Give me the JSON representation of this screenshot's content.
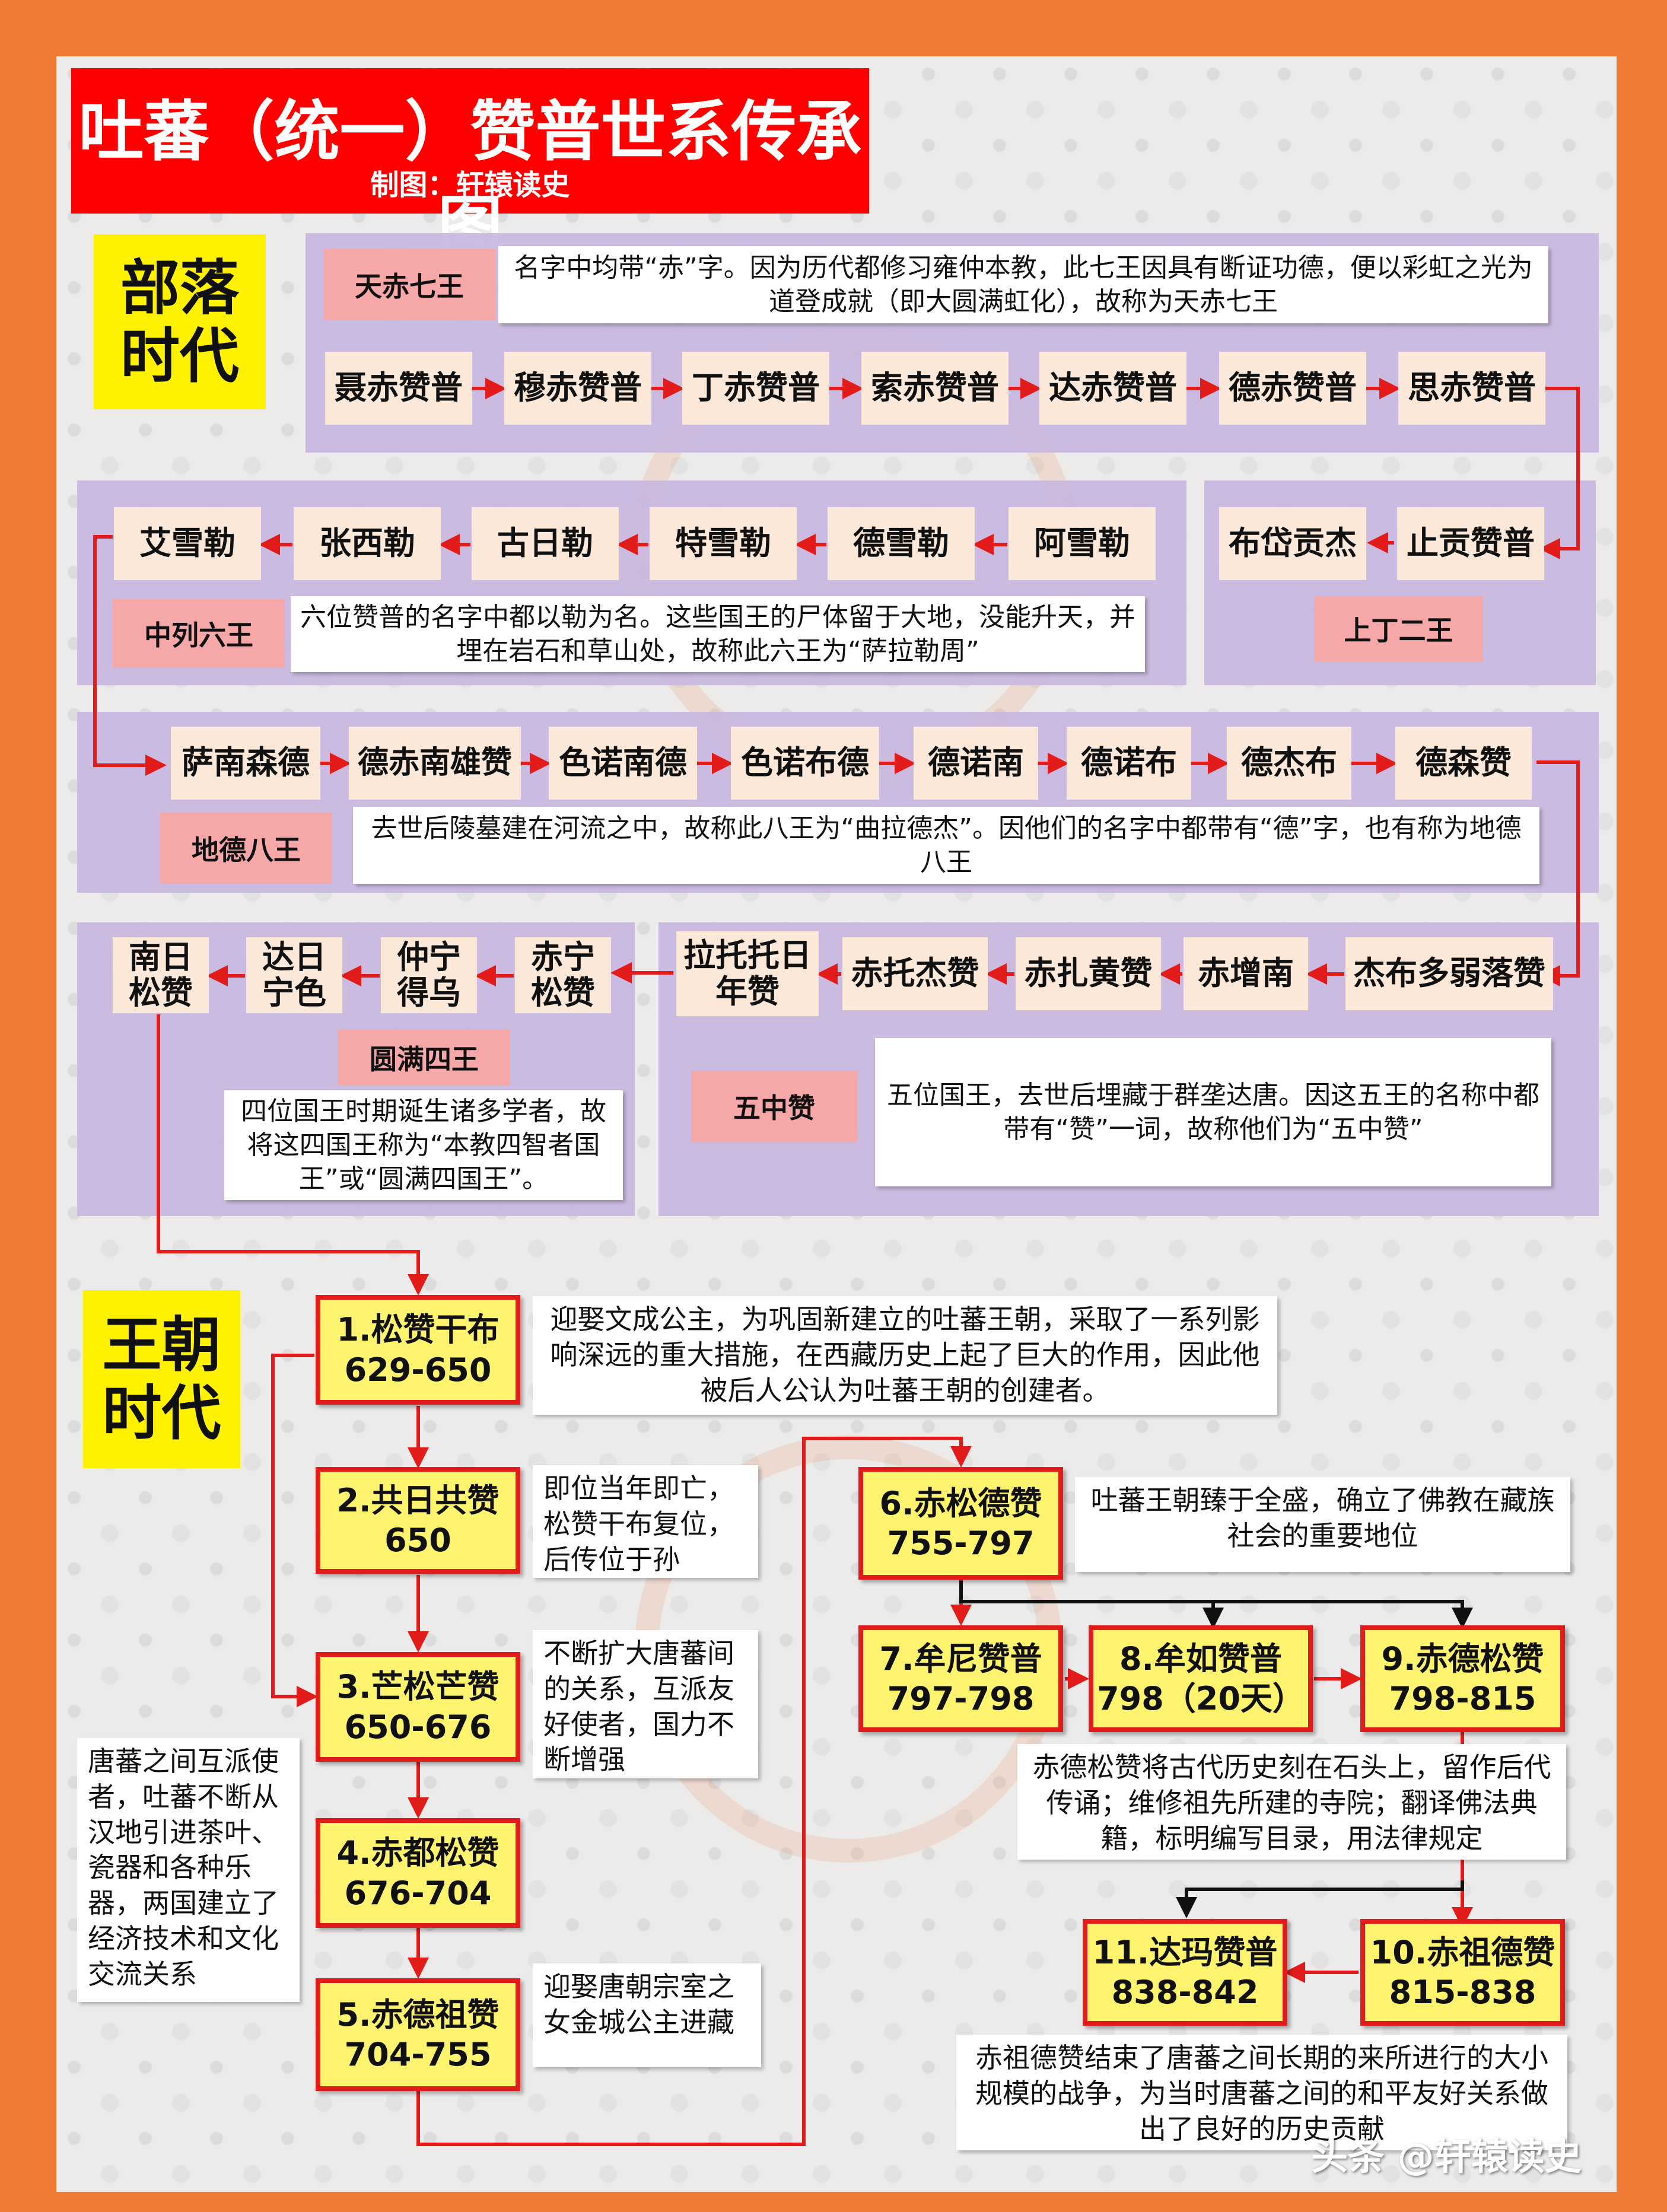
{
  "title": "吐蕃（统一）赞普世系传承图",
  "subtitle": "制图：轩辕读史",
  "eras": {
    "tribal": "部落\n时代",
    "dynasty": "王朝\n时代"
  },
  "tianchi": {
    "label": "天赤七王",
    "desc": "名字中均带“赤”字。因为历代都修习雍仲本教，此七王因具有断证功德，便以彩虹之光为道登成就（即大圆满虹化），故称为天赤七王",
    "kings": [
      "聂赤赞普",
      "穆赤赞普",
      "丁赤赞普",
      "索赤赞普",
      "达赤赞普",
      "德赤赞普",
      "思赤赞普"
    ]
  },
  "shangding": {
    "label": "上丁二王",
    "kings": [
      "止贡赞普",
      "布岱贡杰"
    ]
  },
  "zhonglie": {
    "label": "中列六王",
    "desc": "六位赞普的名字中都以勒为名。这些国王的尸体留于大地，没能升天，并埋在岩石和草山处，故称此六王为“萨拉勒周”",
    "kings": [
      "阿雪勒",
      "德雪勒",
      "特雪勒",
      "古日勒",
      "张西勒",
      "艾雪勒"
    ]
  },
  "dide": {
    "label": "地德八王",
    "desc": "去世后陵墓建在河流之中，故称此八王为“曲拉德杰”。因他们的名字中都带有“德”字，也有称为地德八王",
    "kings": [
      "萨南森德",
      "德赤南雄赞",
      "色诺南德",
      "色诺布德",
      "德诺南",
      "德诺布",
      "德杰布",
      "德森赞"
    ]
  },
  "wuzhong": {
    "label": "五中赞",
    "desc": "五位国王，去世后埋藏于群垄达唐。因这五王的名称中都带有“赞”一词，故称他们为“五中赞”",
    "kings": [
      "杰布多弱落赞",
      "赤增南",
      "赤扎黄赞",
      "赤托杰赞",
      "拉托托日\n年赞"
    ]
  },
  "yuanman": {
    "label": "圆满四王",
    "desc": "四位国王时期诞生诸多学者，故将这四国王称为“本教四智者国王”或“圆满四国王”。",
    "kings": [
      "赤宁\n松赞",
      "仲宁\n得乌",
      "达日\n宁色",
      "南日\n松赞"
    ]
  },
  "dynasty": [
    {
      "name": "1.松赞干布",
      "years": "629-650",
      "desc": "迎娶文成公主，为巩固新建立的吐蕃王朝，采取了一系列影响深远的重大措施，在西藏历史上起了巨大的作用，因此他被后人公认为吐蕃王朝的创建者。"
    },
    {
      "name": "2.共日共赞",
      "years": "650",
      "desc": "即位当年即亡，松赞干布复位，后传位于孙"
    },
    {
      "name": "3.芒松芒赞",
      "years": "650-676",
      "desc": "不断扩大唐蕃间的关系，互派友好使者，国力不断增强"
    },
    {
      "name": "4.赤都松赞",
      "years": "676-704",
      "desc": ""
    },
    {
      "name": "5.赤德祖赞",
      "years": "704-755",
      "desc": "迎娶唐朝宗室之女金城公主进藏"
    },
    {
      "name": "6.赤松德赞",
      "years": "755-797",
      "desc": "吐蕃王朝臻于全盛，确立了佛教在藏族社会的重要地位"
    },
    {
      "name": "7.牟尼赞普",
      "years": "797-798",
      "desc": ""
    },
    {
      "name": "8.牟如赞普",
      "years": "798（20天）",
      "desc": ""
    },
    {
      "name": "9.赤德松赞",
      "years": "798-815",
      "desc": "赤德松赞将古代历史刻在石头上，留作后代传诵；维修祖先所建的寺院；翻译佛法典籍，标明编写目录，用法律规定"
    },
    {
      "name": "10.赤祖德赞",
      "years": "815-838",
      "desc": "赤祖德赞结束了唐蕃之间长期的来所进行的大小规模的战争，为当时唐蕃之间的和平友好关系做出了良好的历史贡献"
    },
    {
      "name": "11.达玛赞普",
      "years": "838-842",
      "desc": ""
    }
  ],
  "side_note": "唐蕃之间互派使者，吐蕃不断从汉地引进茶叶、瓷器和各种乐器，两国建立了经济技术和文化交流关系",
  "watermark": "头条 @轩辕读史",
  "colors": {
    "frame": "#ee7b33",
    "title_bg": "#ff0000",
    "era_bg": "#fef200",
    "group_bg": "#c9b6e0",
    "king_bg": "#fbe8d9",
    "label_bg": "#f6a8a8",
    "dynasty_bg": "#fef36f",
    "line": "#e21b1b"
  }
}
